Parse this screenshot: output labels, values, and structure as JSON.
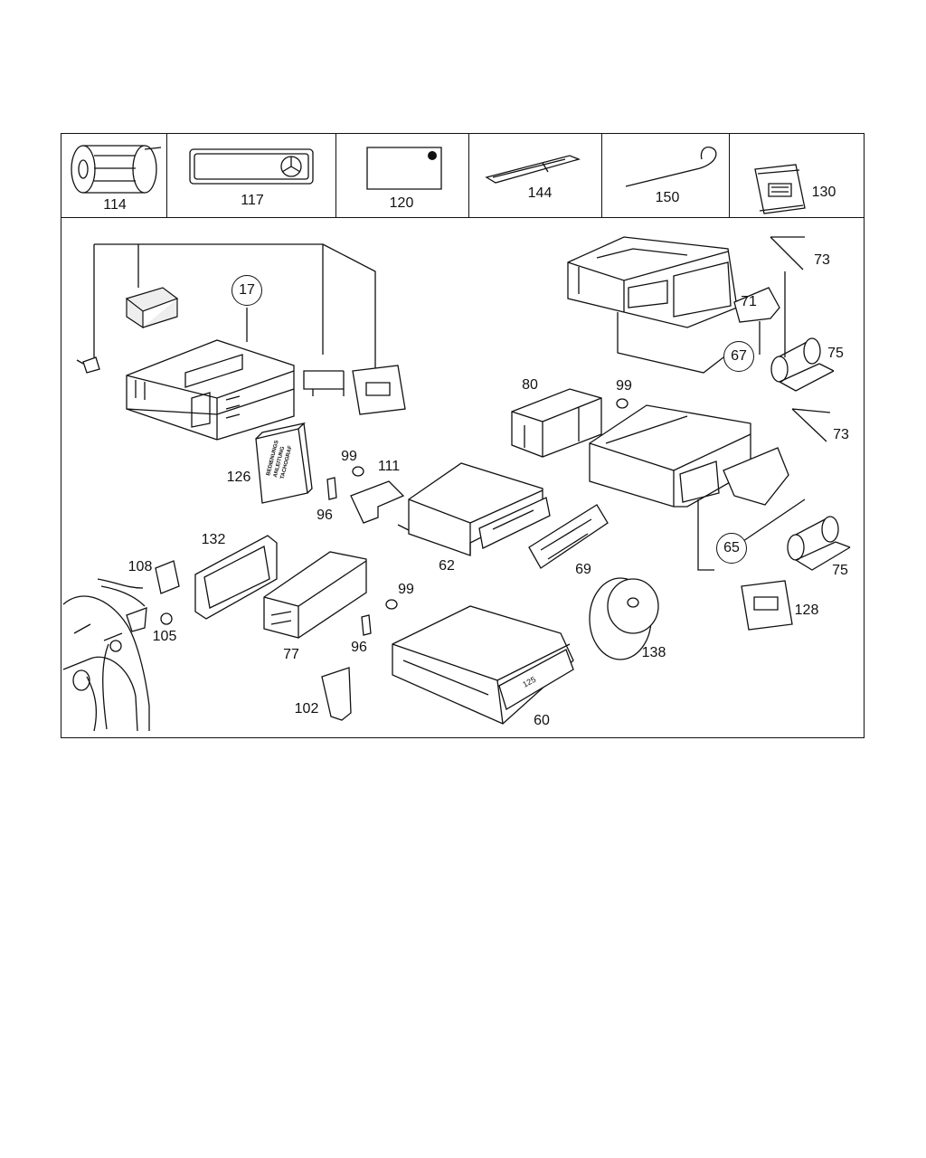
{
  "top_labels": {
    "p114": "114",
    "p117": "117",
    "p120": "120",
    "p144": "144",
    "p150": "150",
    "p130": "130"
  },
  "labels": {
    "p73a": "73",
    "p71": "71",
    "p67": "67",
    "p75a": "75",
    "p17": "17",
    "p80": "80",
    "p99a": "99",
    "p73b": "73",
    "p99b": "99",
    "p111": "111",
    "p126": "126",
    "p96a": "96",
    "p62": "62",
    "p65": "65",
    "p75b": "75",
    "p132": "132",
    "p69": "69",
    "p108": "108",
    "p99c": "99",
    "p128": "128",
    "p105": "105",
    "p96b": "96",
    "p77": "77",
    "p138": "138",
    "p102": "102",
    "p60": "60"
  },
  "book_cover_lines": [
    "BEDIENUNGS",
    "ANLEITUNG",
    "TACHOGRAF"
  ],
  "device_fascia_text": "125"
}
